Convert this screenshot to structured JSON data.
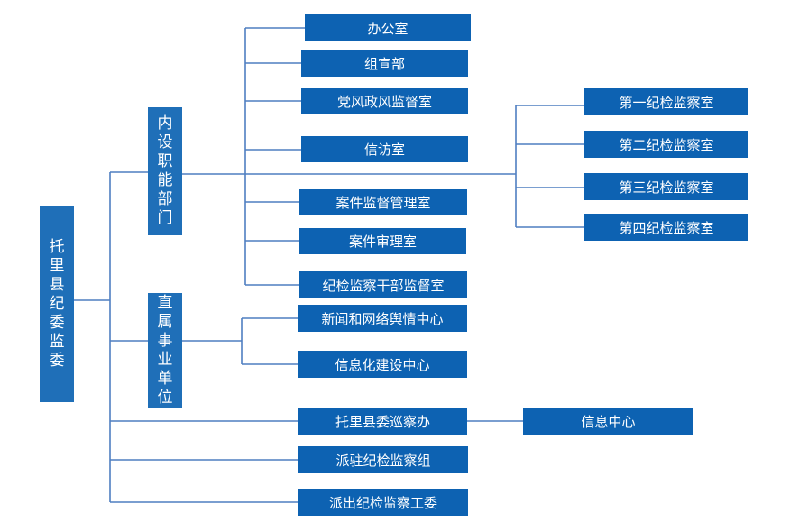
{
  "colors": {
    "box": "#0d62b2",
    "line": "#4f7fc1",
    "text": "#ffffff"
  },
  "root": {
    "label": "托里县纪委监委"
  },
  "groups": {
    "internal": {
      "label": "内设职能部门",
      "units": [
        "办公室",
        "组宣部",
        "党风政风监督室",
        "信访室",
        "案件监督管理室",
        "案件审理室",
        "纪检监察干部监督室"
      ]
    },
    "direct": {
      "label": "直属事业单位",
      "units": [
        "新闻和网络舆情中心",
        "信息化建设中心"
      ]
    }
  },
  "inspection_rooms": [
    "第一纪检监察室",
    "第二纪检监察室",
    "第三纪检监察室",
    "第四纪检监察室"
  ],
  "root_units": [
    "托里县委巡察办",
    "派驻纪检监察组",
    "派出纪检监察工委"
  ],
  "info_center": {
    "label": "信息中心"
  }
}
